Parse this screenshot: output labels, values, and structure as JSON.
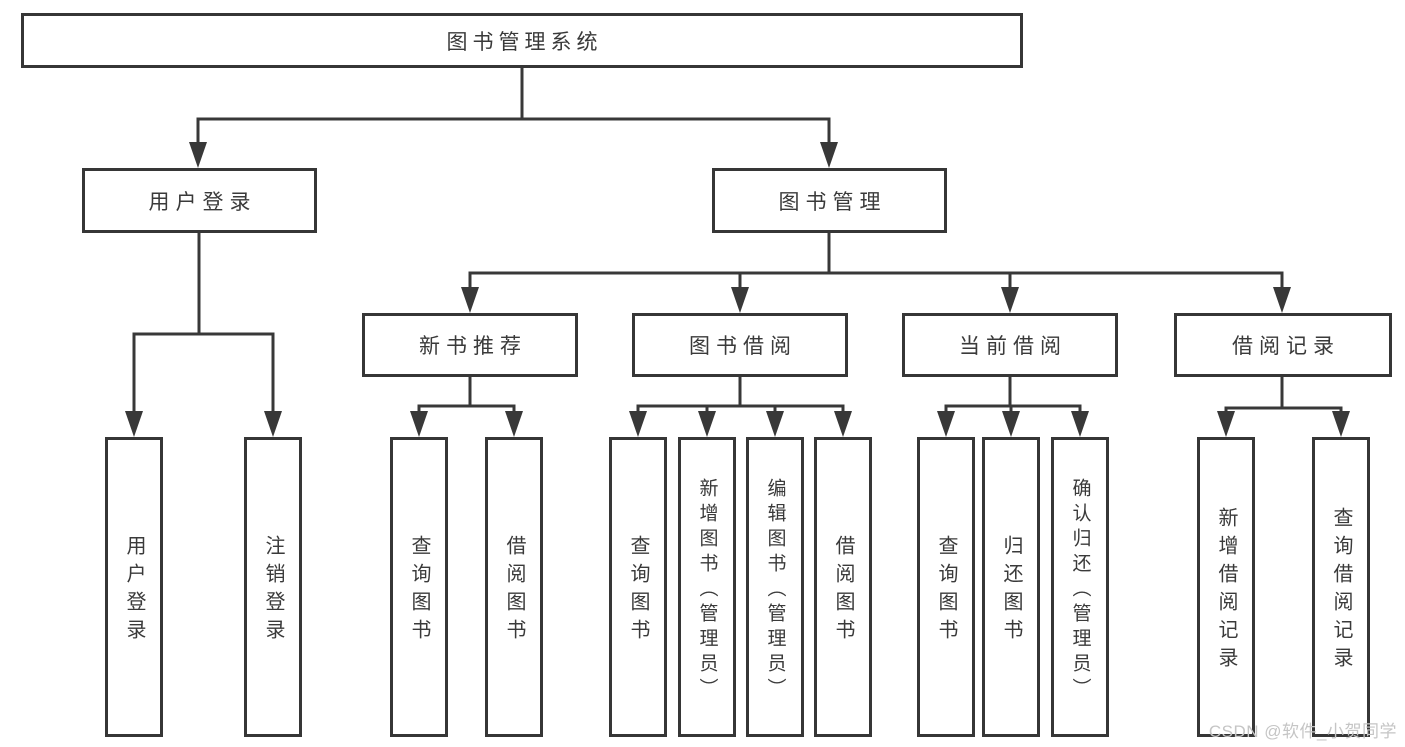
{
  "diagram": {
    "title": "图书管理系统",
    "branches": [
      {
        "label": "用户登录",
        "children": [
          "用户登录",
          "注销登录"
        ]
      },
      {
        "label": "图书管理",
        "children": [
          {
            "label": "新书推荐",
            "children": [
              "查询图书",
              "借阅图书"
            ]
          },
          {
            "label": "图书借阅",
            "children": [
              "查询图书",
              "新增图书（管理员）",
              "编辑图书（管理员）",
              "借阅图书"
            ]
          },
          {
            "label": "当前借阅",
            "children": [
              "查询图书",
              "归还图书",
              "确认归还（管理员）"
            ]
          },
          {
            "label": "借阅记录",
            "children": [
              "新增借阅记录",
              "查询借阅记录"
            ]
          }
        ]
      }
    ]
  },
  "watermark": {
    "text": "CSDN @软件_小贺同学"
  },
  "colors": {
    "line": "#383838",
    "border": "#363636",
    "text": "#3a3a3a",
    "watermark": "#c5c5c5",
    "background": "#ffffff"
  }
}
